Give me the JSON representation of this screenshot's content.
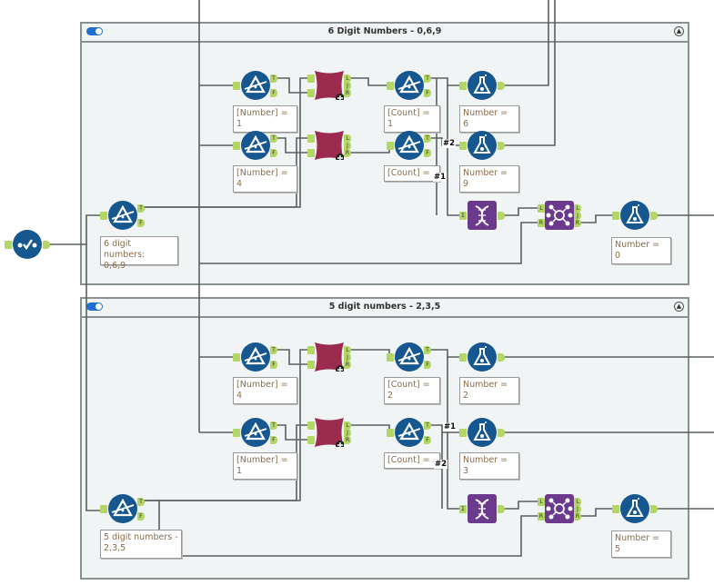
{
  "containers": [
    {
      "title": "6 Digit Numbers - 0,6,9",
      "enabled": true,
      "collapse_icon": "chevron-up-circle-icon"
    },
    {
      "title": "5 digit numbers - 2,3,5",
      "enabled": true,
      "collapse_icon": "chevron-up-circle-icon"
    }
  ],
  "top": {
    "group_filter": "6 digit numbers:\n0,6,9",
    "filter_r1": "[Number] = 1",
    "count_r1": "[Count] = 1",
    "formula_r1": "Number = 6",
    "filter_r2": "[Number] = 4",
    "count_r2": "[Count] = .",
    "formula_r2": "Number = 9",
    "formula_final": "Number = 0",
    "tag1": "#1",
    "tag2": "#2"
  },
  "bottom": {
    "group_filter": "5 digit numbers -\n2,3,5",
    "filter_r1": "[Number] = 4",
    "count_r1": "[Count] = 2",
    "formula_r1": "Number = 2",
    "filter_r2": "[Number] = 1",
    "count_r2": "[Count] = .",
    "formula_r2": "Number = 3",
    "formula_final": "Number = 5",
    "tag1": "#1",
    "tag2": "#2"
  },
  "anchors": {
    "true": "T",
    "false": "F",
    "left": "L",
    "join": "J",
    "right": "R"
  },
  "colors": {
    "tool_blue": "#16578f",
    "join_maroon": "#9b2c4f",
    "union_purple": "#6b3a8c",
    "anchor_green": "#b3d666",
    "wire": "#5a5f5f",
    "container_bg": "#f0f4f5"
  },
  "icons": {
    "input": "check-circle-icon",
    "filter": "filter-icon",
    "formula": "flask-icon",
    "join": "join-icon",
    "union": "dna-icon",
    "join_multiple": "hub-icon"
  }
}
